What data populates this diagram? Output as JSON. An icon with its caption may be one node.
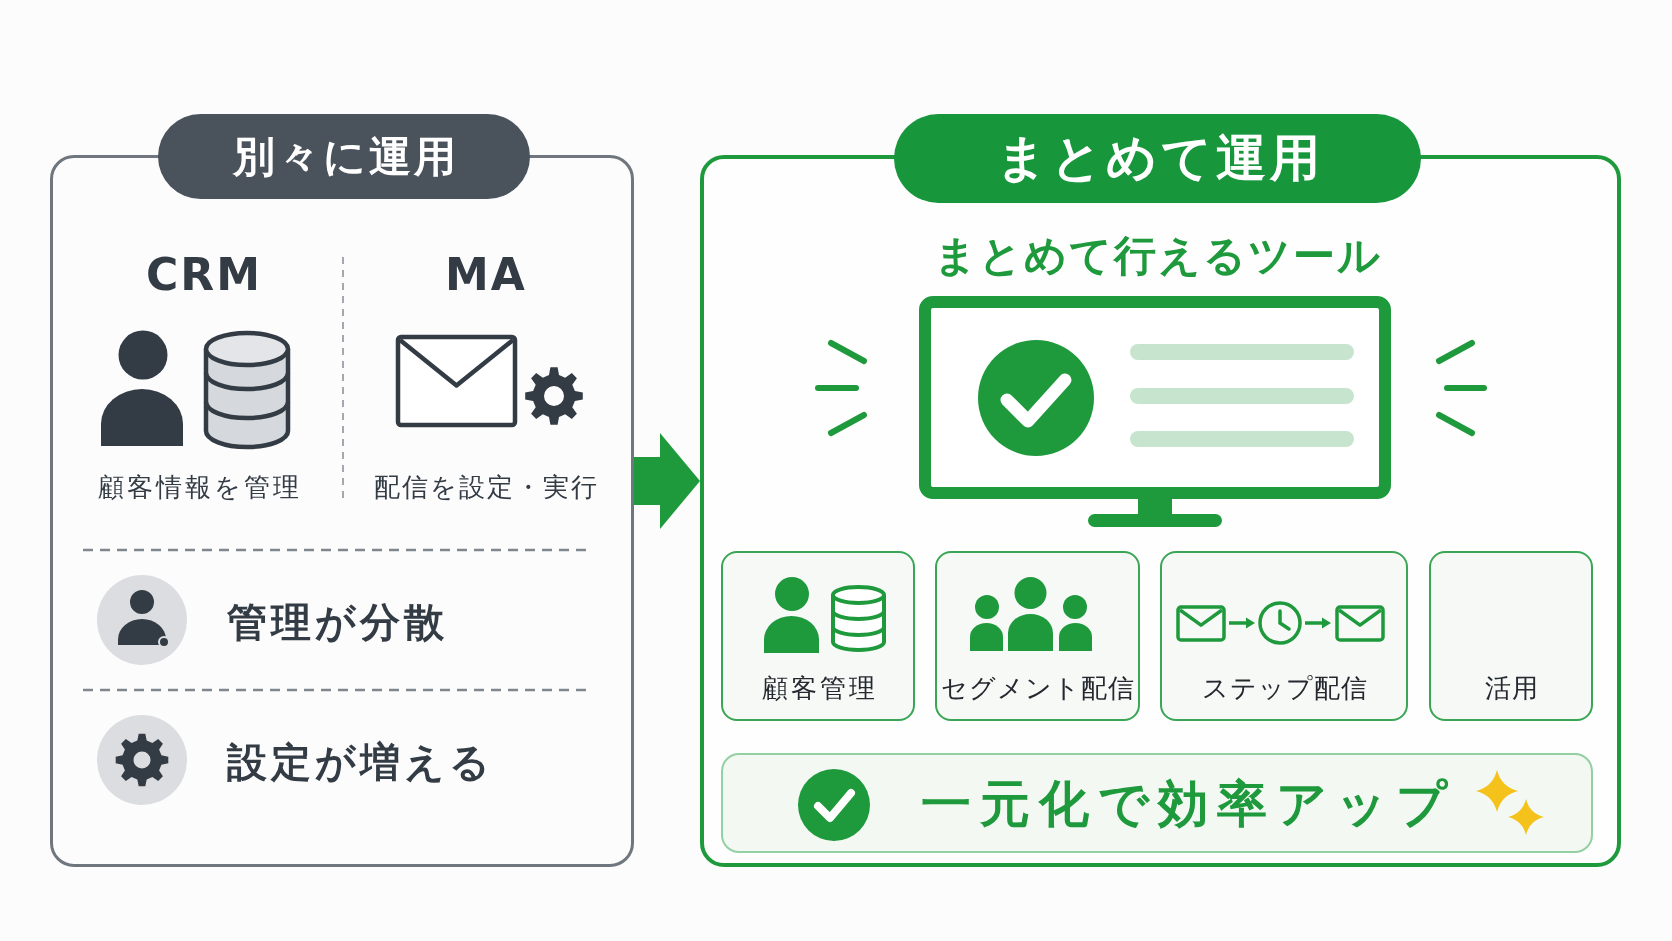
{
  "diagram": {
    "nodes": [
      {
        "text": [
          "別々に運用",
          "CRM",
          "顧客情報を管理",
          "MA",
          "配信を設定・実行",
          "管理が分散",
          "設定が増える"
        ]
      },
      {
        "text": [
          "まとめて運用",
          "まとめて行えるツール"
        ]
      },
      {
        "text": [
          "顧客管理"
        ],
        "in": 1
      },
      {
        "text": [
          "セグメント配信"
        ],
        "in": 1
      },
      {
        "text": [
          "ステップ配信"
        ],
        "in": 1
      },
      {
        "text": [
          "活用"
        ],
        "in": 1
      },
      {
        "text": [
          "一元化で効率アップ"
        ],
        "in": 1
      }
    ],
    "edges": [
      {
        "from": 0,
        "to": 1,
        "arrow": "to"
      }
    ]
  }
}
